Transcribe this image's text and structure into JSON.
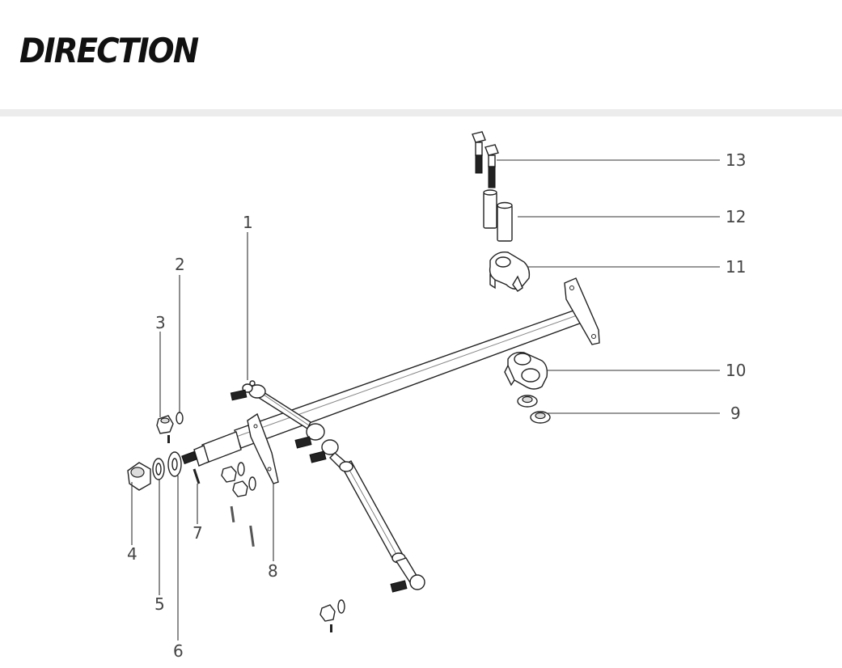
{
  "header": {
    "title": "DIRECTION"
  },
  "diagram": {
    "parts": [
      {
        "label": "1"
      },
      {
        "label": "2"
      },
      {
        "label": "3"
      },
      {
        "label": "4"
      },
      {
        "label": "5"
      },
      {
        "label": "6"
      },
      {
        "label": "7"
      },
      {
        "label": "8"
      },
      {
        "label": "9"
      },
      {
        "label": "10"
      },
      {
        "label": "11"
      },
      {
        "label": "12"
      },
      {
        "label": "13"
      }
    ]
  }
}
